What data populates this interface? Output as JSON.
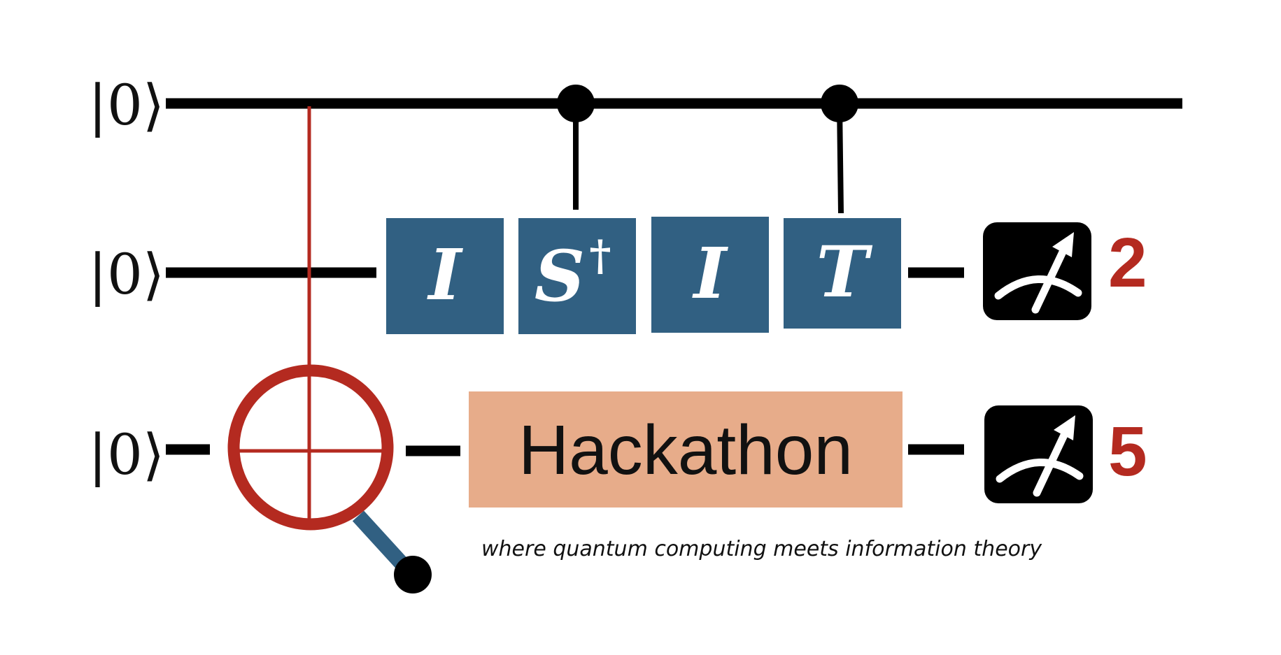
{
  "qubits": [
    {
      "label": "|0⟩"
    },
    {
      "label": "|0⟩"
    },
    {
      "label": "|0⟩"
    }
  ],
  "gates": [
    {
      "symbol": "I",
      "superscript": ""
    },
    {
      "symbol": "S",
      "superscript": "†"
    },
    {
      "symbol": "I",
      "superscript": ""
    },
    {
      "symbol": "T",
      "superscript": ""
    }
  ],
  "hackathon": {
    "label": "Hackathon"
  },
  "tagline": "where quantum computing meets information theory",
  "measurements": [
    {
      "number": "2"
    },
    {
      "number": "5"
    }
  ],
  "colors": {
    "wire": "#000000",
    "gate_fill": "#316082",
    "hackathon_fill": "#E7AC8A",
    "accent_red": "#B42A20",
    "handle_blue": "#316082",
    "meter_fill": "#000000"
  },
  "icons": {
    "cnot": "cnot-target-magnifier-icon",
    "meter": "measurement-meter-icon"
  }
}
